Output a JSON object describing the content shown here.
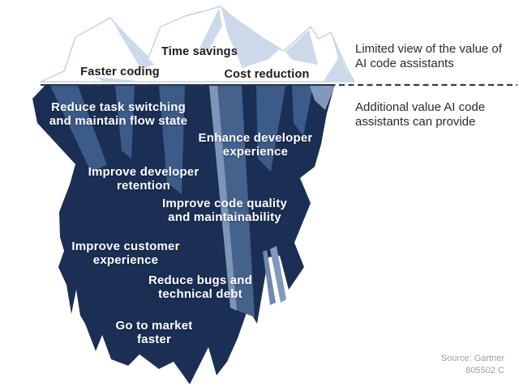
{
  "title": "AI code assistants value iceberg",
  "colors": {
    "deep_ice": "#1b2e54",
    "facet_dark": "#3d5b89",
    "facet_mid": "#44628c",
    "facet_light": "#8099bd",
    "above_facet": "#ccd9ea",
    "above_outline": "#b8c8de",
    "waterline": "#3a3a3a",
    "label_above": "#1b1b1b",
    "label_deep": "#ffffff",
    "annotation_text": "#2b2b2b",
    "source_text": "#9aa0a6"
  },
  "above_water": {
    "labels": [
      {
        "id": "time-savings",
        "text": "Time savings"
      },
      {
        "id": "faster-coding",
        "text": "Faster coding"
      },
      {
        "id": "cost-reduction",
        "text": "Cost reduction"
      }
    ]
  },
  "underwater": {
    "labels": [
      {
        "id": "reduce-task-switching",
        "line1": "Reduce task switching",
        "line2": "and maintain flow state"
      },
      {
        "id": "enhance-developer-experience",
        "line1": "Enhance developer",
        "line2": "experience"
      },
      {
        "id": "improve-developer-retention",
        "line1": "Improve developer",
        "line2": "retention"
      },
      {
        "id": "improve-code-quality",
        "line1": "Improve code quality",
        "line2": "and maintainability"
      },
      {
        "id": "improve-customer-experience",
        "line1": "Improve customer",
        "line2": "experience"
      },
      {
        "id": "reduce-bugs",
        "line1": "Reduce bugs and",
        "line2": "technical debt"
      },
      {
        "id": "go-to-market",
        "line1": "Go to market",
        "line2": "faster"
      }
    ]
  },
  "annotations": {
    "above": {
      "line1": "Limited view of the value of",
      "line2": "AI code assistants"
    },
    "below": {
      "line1": "Additional value AI code",
      "line2": "assistants can provide"
    }
  },
  "source": {
    "line1": "Source: Gartner",
    "line2": "805502 C"
  }
}
